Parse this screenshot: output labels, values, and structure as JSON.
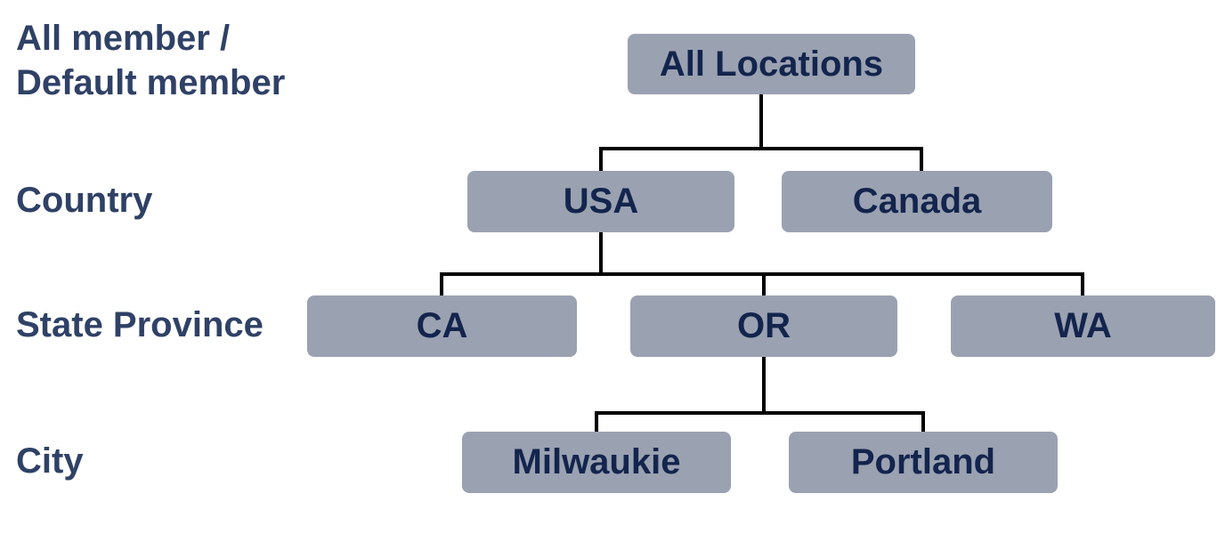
{
  "colors": {
    "background": "#FFFFFF",
    "node_fill": "#9AA1B1",
    "node_text": "#13254D",
    "label_text": "#2F4166",
    "connector": "#000000"
  },
  "levels": [
    {
      "name": "All member /\nDefault member",
      "nodes": [
        "All Locations"
      ]
    },
    {
      "name": "Country",
      "nodes": [
        "USA",
        "Canada"
      ]
    },
    {
      "name": "State Province",
      "nodes": [
        "CA",
        "OR",
        "WA"
      ]
    },
    {
      "name": "City",
      "nodes": [
        "Milwaukie",
        "Portland"
      ]
    }
  ],
  "hierarchy": [
    {
      "parent": "All Locations",
      "children": [
        "USA",
        "Canada"
      ]
    },
    {
      "parent": "USA",
      "children": [
        "CA",
        "OR",
        "WA"
      ]
    },
    {
      "parent": "OR",
      "children": [
        "Milwaukie",
        "Portland"
      ]
    }
  ]
}
